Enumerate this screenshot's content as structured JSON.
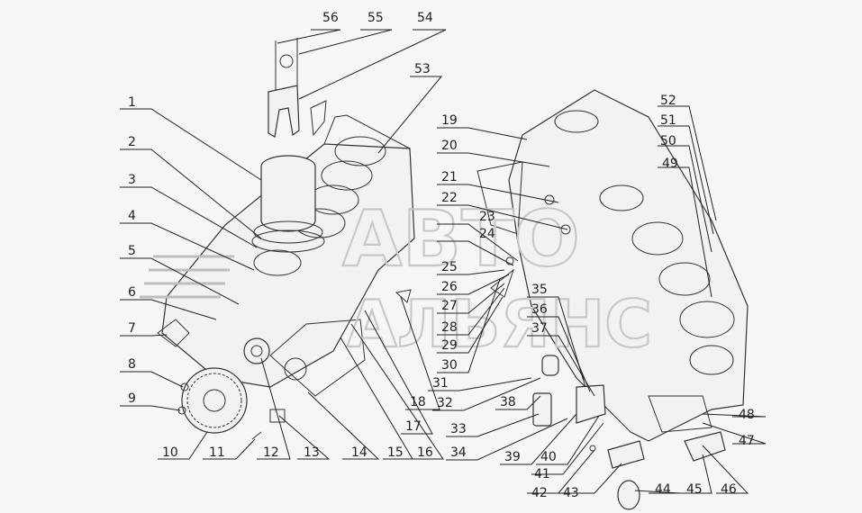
{
  "watermark": {
    "line1": "АВТО",
    "line2": "АЛЬЯНС"
  },
  "callouts": [
    "1",
    "2",
    "3",
    "4",
    "5",
    "6",
    "7",
    "8",
    "9",
    "10",
    "11",
    "12",
    "13",
    "14",
    "15",
    "16",
    "17",
    "18",
    "19",
    "20",
    "21",
    "22",
    "23",
    "24",
    "25",
    "26",
    "27",
    "28",
    "29",
    "30",
    "31",
    "32",
    "33",
    "34",
    "35",
    "36",
    "37",
    "38",
    "39",
    "40",
    "41",
    "42",
    "43",
    "44",
    "45",
    "46",
    "47",
    "48",
    "49",
    "50",
    "51",
    "52",
    "53",
    "54",
    "55",
    "56"
  ],
  "colors": {
    "line": "#333333",
    "paper": "#f6f6f6",
    "watermark": "#c8c8c8"
  }
}
